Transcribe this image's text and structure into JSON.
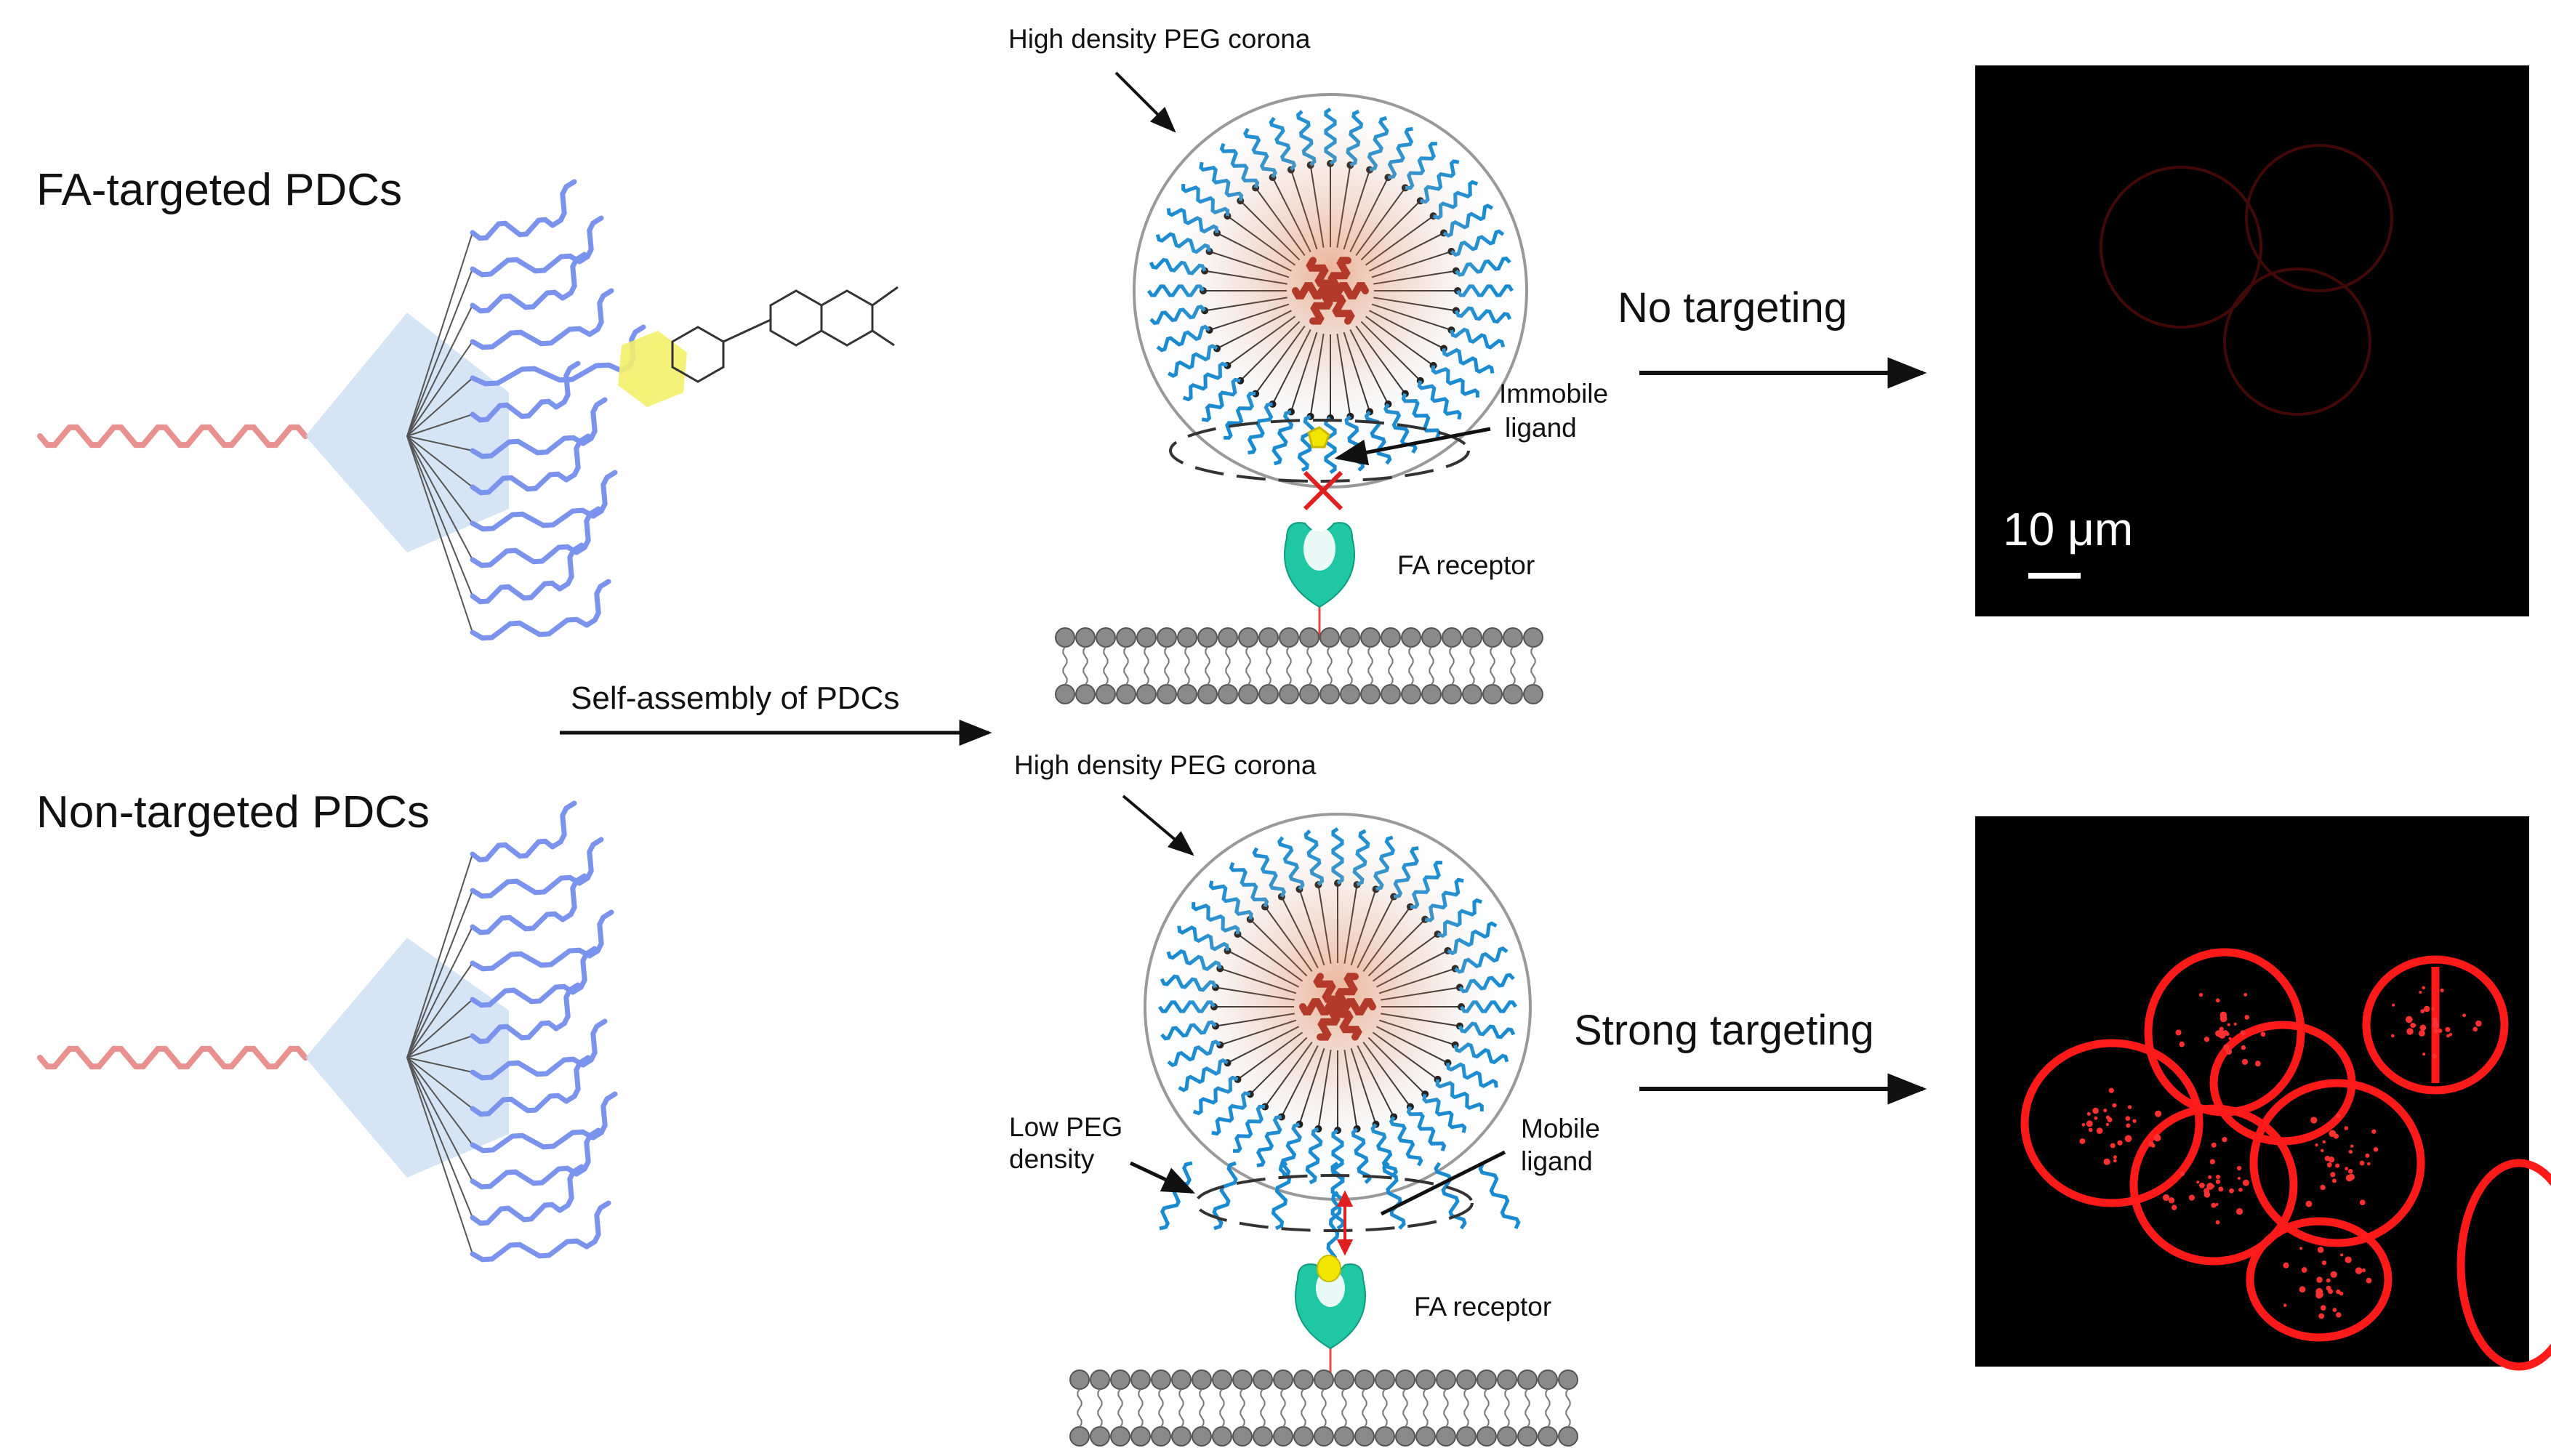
{
  "labels": {
    "fa_targeted": "FA-targeted PDCs",
    "non_targeted": "Non-targeted PDCs",
    "self_assembly": "Self-assembly of PDCs",
    "peg_corona_top": "High density PEG corona",
    "peg_corona_bottom": "High density PEG corona",
    "immobile_ligand_1": "Immobile",
    "immobile_ligand_2": "ligand",
    "fa_receptor_top": "FA receptor",
    "fa_receptor_bottom": "FA receptor",
    "no_targeting": "No targeting",
    "strong_targeting": "Strong targeting",
    "low_peg_1": "Low PEG",
    "low_peg_2": "density",
    "mobile_ligand_1": "Mobile",
    "mobile_ligand_2": "ligand",
    "scale_bar": "10 μm"
  },
  "colors": {
    "peg_chain": "#e9918f",
    "dendron_arm": "#7a93ec",
    "corona_blue": "#1a8bd0",
    "core_red": "#b33a2a",
    "ligand_yellow": "#f2e600",
    "receptor_teal": "#1fc7a4",
    "fluorescence_red": "#ff1a1a"
  }
}
